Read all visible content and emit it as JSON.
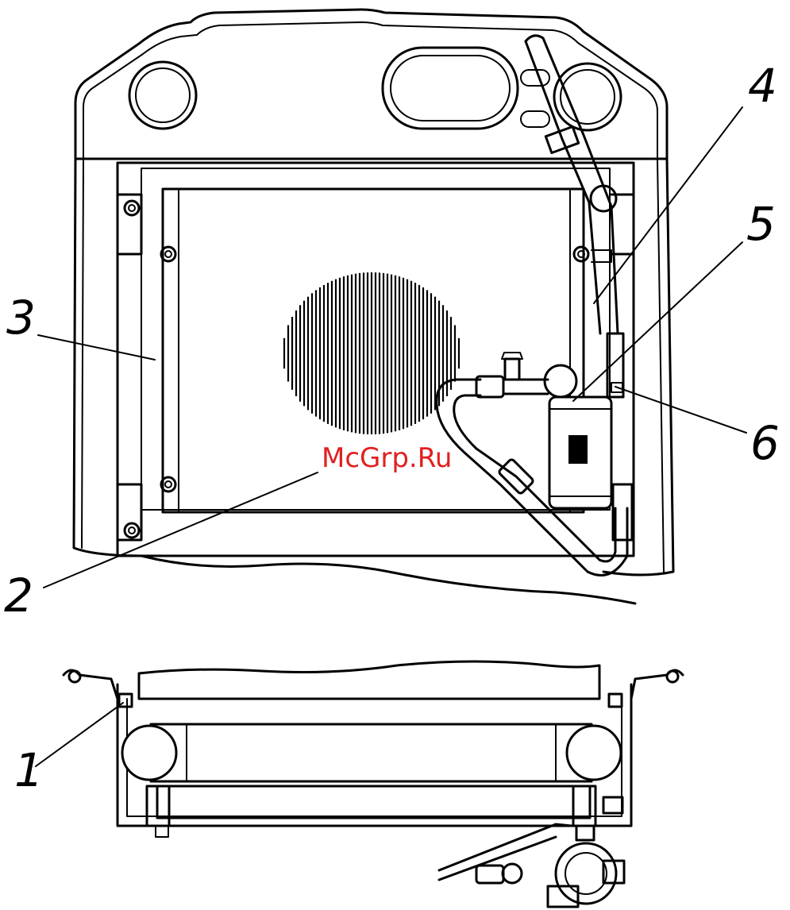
{
  "callouts": [
    {
      "id": "1",
      "label": "1"
    },
    {
      "id": "2",
      "label": "2"
    },
    {
      "id": "3",
      "label": "3"
    },
    {
      "id": "4",
      "label": "4"
    },
    {
      "id": "5",
      "label": "5"
    },
    {
      "id": "6",
      "label": "6"
    }
  ],
  "watermark": "McGrp.Ru",
  "colors": {
    "line": "#000000",
    "watermark": "#e02020",
    "background": "#ffffff"
  }
}
